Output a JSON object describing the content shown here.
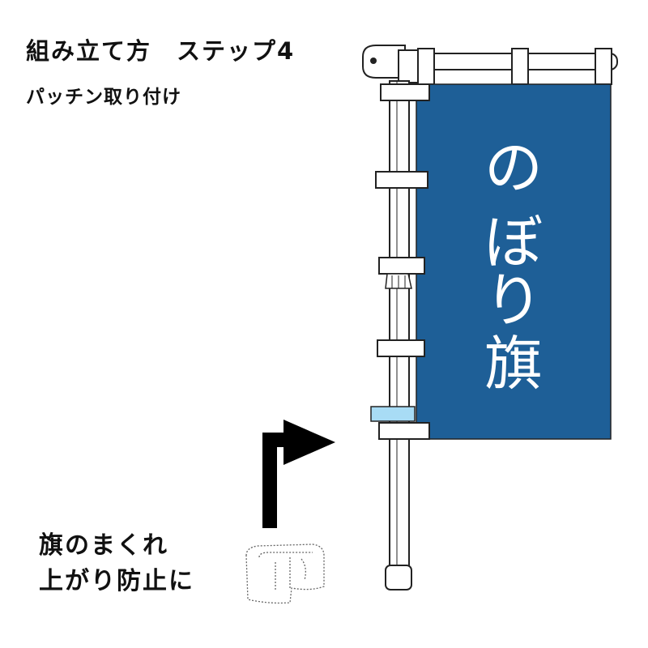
{
  "heading": {
    "title": "組み立て方　ステップ4",
    "subtitle": "パッチン取り付け"
  },
  "flag": {
    "text": [
      "の",
      "ぼ",
      "り",
      "旗"
    ],
    "color": "#1e5f97",
    "text_color": "#ffffff"
  },
  "note": {
    "line1": "旗のまくれ",
    "line2": "上がり防止に"
  },
  "colors": {
    "clip_highlight": "#a8dcf5",
    "pole_outline": "#222222",
    "pointer": "#000000"
  }
}
